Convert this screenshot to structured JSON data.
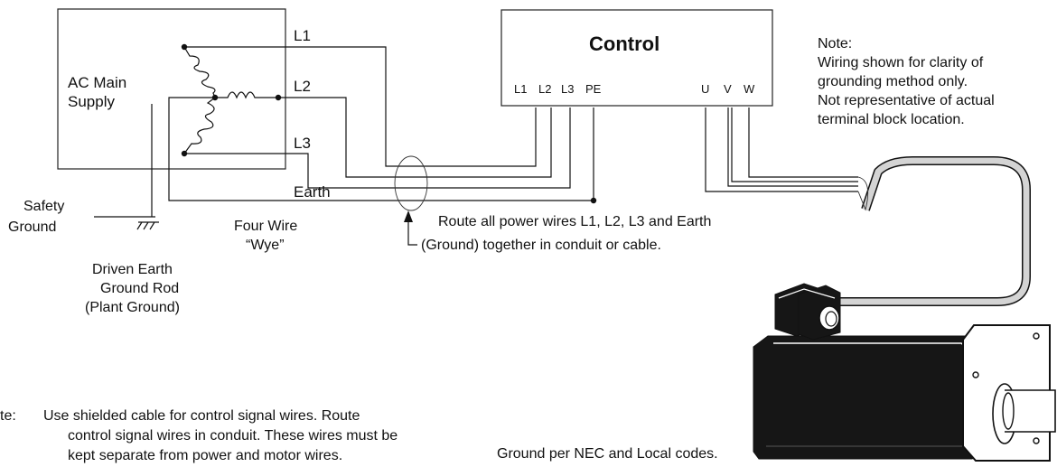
{
  "supply": {
    "label_line1": "AC Main",
    "label_line2": "Supply"
  },
  "lines": {
    "l1": "L1",
    "l2": "L2",
    "l3": "L3",
    "earth": "Earth"
  },
  "control": {
    "title": "Control",
    "terminals": {
      "l1": "L1",
      "l2": "L2",
      "l3": "L3",
      "pe": "PE",
      "u": "U",
      "v": "V",
      "w": "W"
    }
  },
  "note_top": {
    "line1": "Note:",
    "line2": "Wiring shown for clarity of",
    "line3": "grounding method only.",
    "line4": "Not representative of actual",
    "line5": "terminal block location."
  },
  "safety_ground": {
    "line1": "Safety",
    "line2": "Ground"
  },
  "wye": {
    "line1": "Four Wire",
    "line2": "“Wye”"
  },
  "ground_rod": {
    "line1": "Driven Earth",
    "line2": "Ground Rod",
    "line3": "(Plant Ground)"
  },
  "route_note": {
    "line1": "Route all power wires L1, L2, L3 and Earth",
    "line2": "(Ground) together in conduit or cable."
  },
  "bottom_note": {
    "prefix": "te:",
    "line1": "Use shielded cable for control signal wires.  Route",
    "line2": "control signal wires in conduit.  These wires must be",
    "line3": "kept separate from power and motor wires."
  },
  "ground_codes": "Ground per NEC and Local codes.",
  "colors": {
    "line": "#111111",
    "motor_body": "#161616",
    "cable_fill": "#d4d4d4"
  }
}
